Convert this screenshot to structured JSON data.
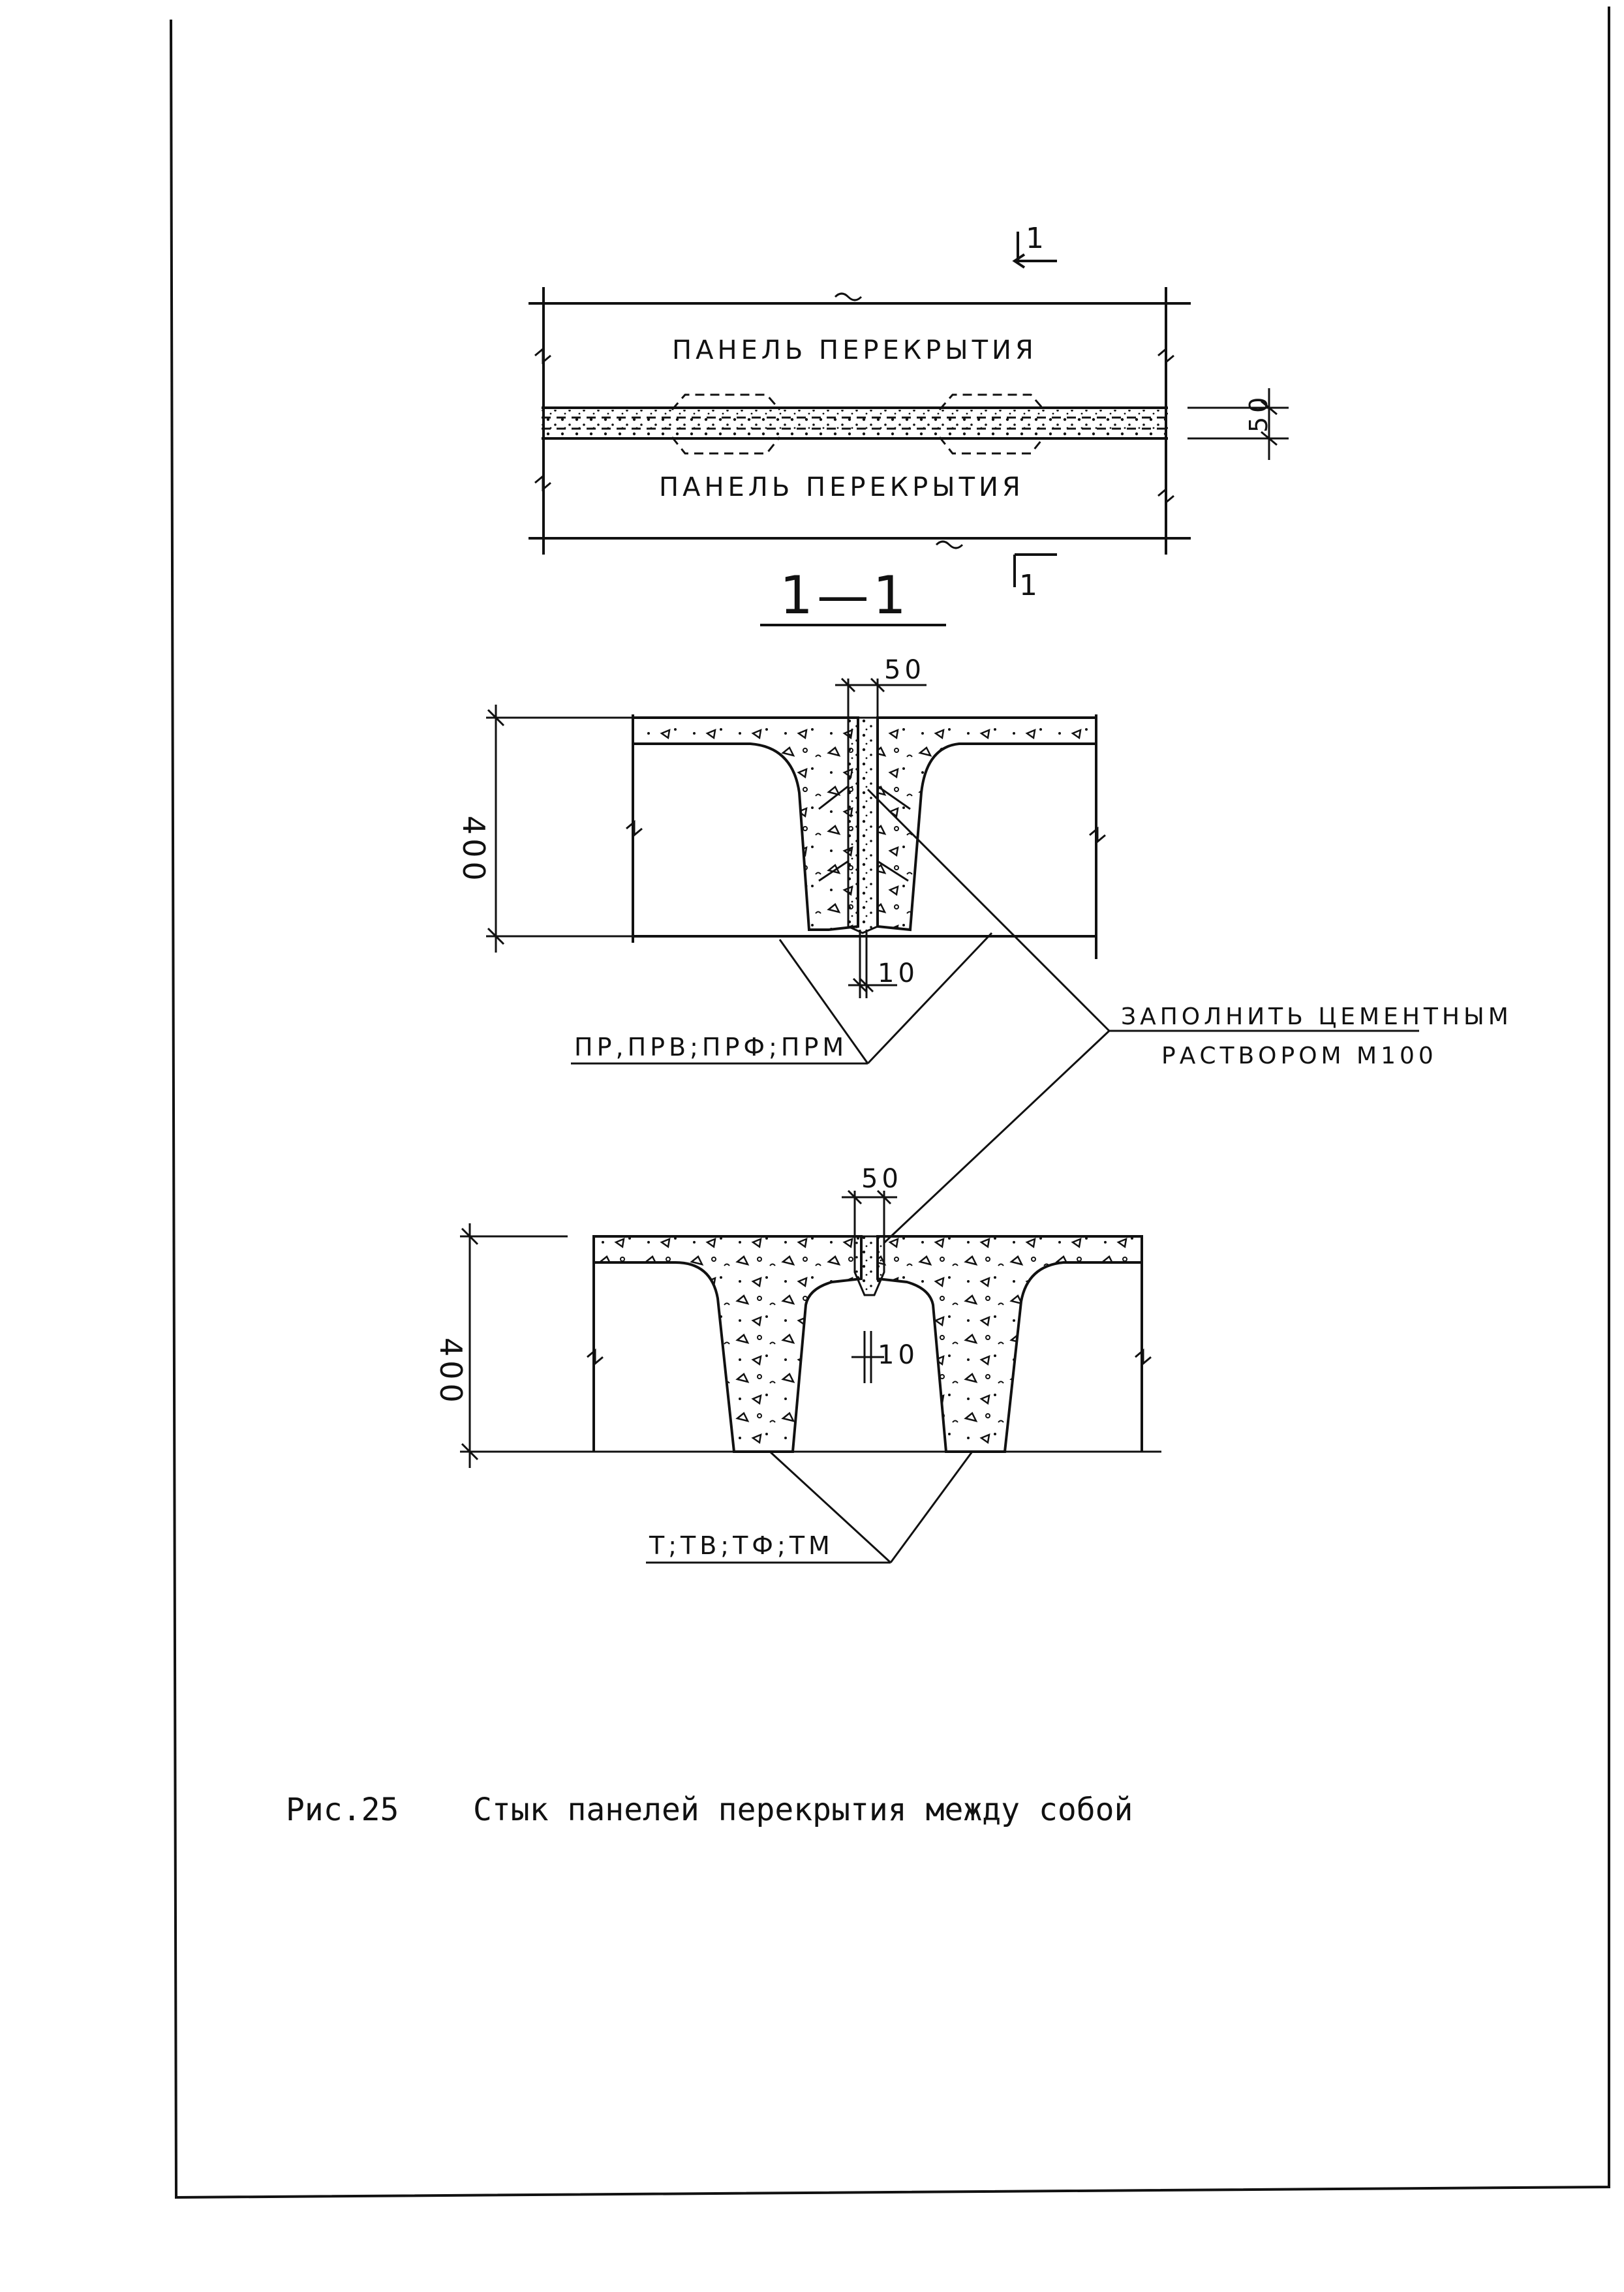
{
  "plan": {
    "panel_top_label": "ПАНЕЛЬ ПЕРЕКРЫТИЯ",
    "panel_bottom_label": "ПАНЕЛЬ ПЕРЕКРЫТИЯ",
    "joint_width": "50",
    "section_mark": "1"
  },
  "section": {
    "title": "1—1",
    "upper": {
      "height_dim": "400",
      "top_gap_dim": "50",
      "bottom_gap_dim": "10",
      "panel_types": "ПР,ПРВ;ПРФ;ПРМ"
    },
    "lower": {
      "height_dim": "400",
      "top_gap_dim": "50",
      "bottom_gap_dim": "10",
      "panel_types": "Т;ТВ;ТФ;ТМ"
    },
    "note_line1": "ЗАПОЛНИТЬ ЦЕМЕНТНЫМ",
    "note_line2": "РАСТВОРОМ М100"
  },
  "caption": {
    "number": "Рис.25",
    "text": "Стык панелей перекрытия между собой"
  }
}
